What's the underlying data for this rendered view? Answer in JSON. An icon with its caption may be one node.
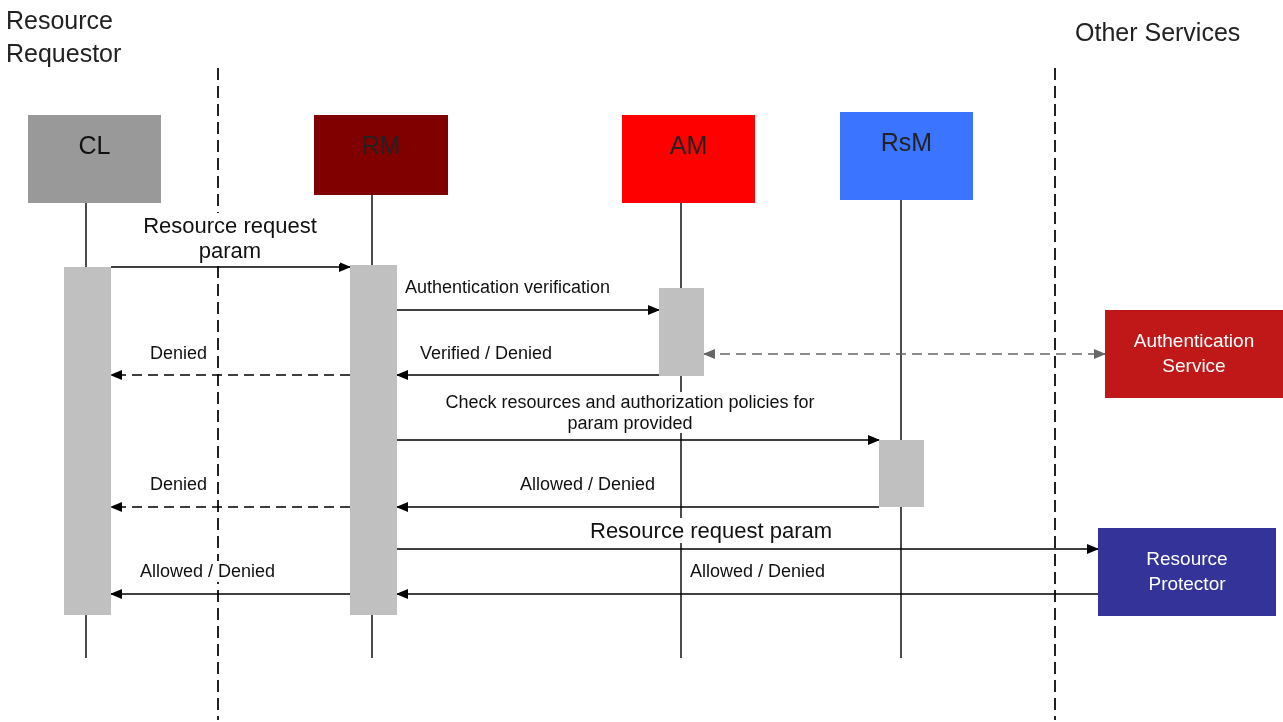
{
  "diagram": {
    "nodes": [
      {
        "text": [
          "CL"
        ]
      },
      {
        "text": [
          "RM"
        ]
      },
      {
        "text": [
          "AM"
        ]
      },
      {
        "text": [
          "RsM"
        ]
      },
      {
        "text": [],
        "shape": "bar"
      },
      {
        "text": [],
        "shape": "bar"
      },
      {
        "text": [],
        "shape": "bar"
      },
      {
        "text": [],
        "shape": "bar"
      },
      {
        "text": [
          "Authentication Service"
        ]
      },
      {
        "text": [
          "Resource Protector"
        ]
      }
    ],
    "edges": [
      {
        "from": 4,
        "to": 5,
        "arrow": "to",
        "label": "Resource request param"
      },
      {
        "from": 5,
        "to": 6,
        "arrow": "to",
        "label": "Authentication verification"
      },
      {
        "from": 6,
        "to": 8,
        "arrow": "both",
        "style": "dashed",
        "color": "#666666"
      },
      {
        "from": 5,
        "to": 4,
        "arrow": "to",
        "style": "dashed",
        "label": "Denied"
      },
      {
        "from": 6,
        "to": 5,
        "arrow": "to",
        "label": "Verified / Denied"
      },
      {
        "from": 5,
        "to": 7,
        "arrow": "to",
        "label": "Check resources and authorization policies for param provided"
      },
      {
        "from": 5,
        "to": 4,
        "arrow": "to",
        "style": "dashed",
        "label": "Denied"
      },
      {
        "from": 7,
        "to": 5,
        "arrow": "to",
        "label": "Allowed / Denied"
      },
      {
        "from": 5,
        "to": 9,
        "arrow": "to",
        "label": "Resource request param"
      },
      {
        "from": 5,
        "to": 4,
        "arrow": "to",
        "label": "Allowed / Denied"
      },
      {
        "from": 9,
        "to": 5,
        "arrow": "to",
        "label": "Allowed / Denied"
      }
    ],
    "labels": [
      "Resource Requestor",
      "Other Services"
    ]
  }
}
